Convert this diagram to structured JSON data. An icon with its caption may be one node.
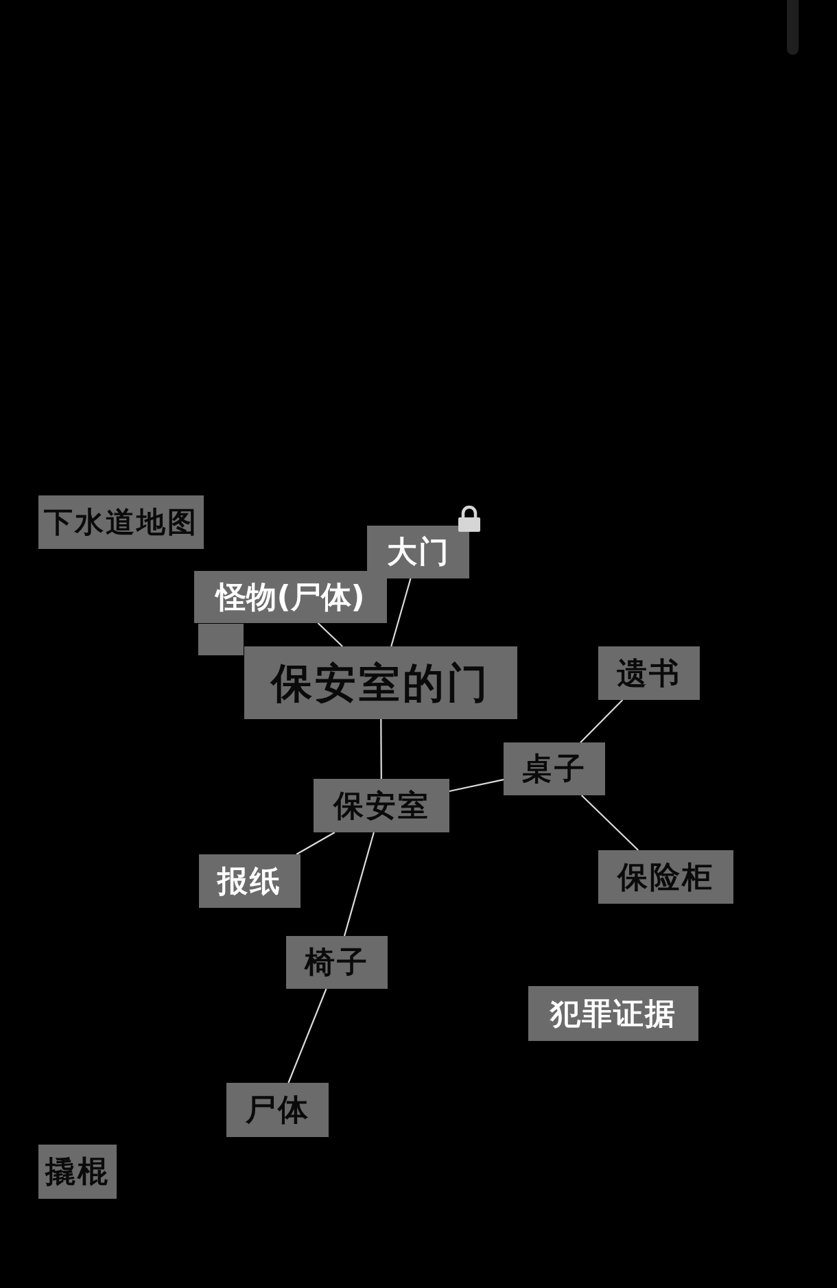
{
  "diagram": {
    "nodes": [
      {
        "text": [
          "下水道地图"
        ]
      },
      {
        "text": [
          "大门"
        ]
      },
      {
        "text": [
          "怪物(尸体)"
        ]
      },
      {
        "text": [],
        "shape": "box"
      },
      {
        "text": [
          "保安室的门"
        ]
      },
      {
        "text": [
          "遗书"
        ]
      },
      {
        "text": [
          "桌子"
        ]
      },
      {
        "text": [
          "保安室"
        ]
      },
      {
        "text": [
          "报纸"
        ]
      },
      {
        "text": [
          "保险柜"
        ]
      },
      {
        "text": [
          "椅子"
        ]
      },
      {
        "text": [
          "犯罪证据"
        ]
      },
      {
        "text": [
          "尸体"
        ]
      },
      {
        "text": [
          "撬棍"
        ]
      }
    ],
    "edges": [
      {
        "from": 4,
        "to": 1,
        "arrow": "none"
      },
      {
        "from": 4,
        "to": 2,
        "arrow": "none"
      },
      {
        "from": 4,
        "to": 7,
        "arrow": "none"
      },
      {
        "from": 7,
        "to": 6,
        "arrow": "none"
      },
      {
        "from": 6,
        "to": 5,
        "arrow": "none"
      },
      {
        "from": 6,
        "to": 9,
        "arrow": "none"
      },
      {
        "from": 7,
        "to": 8,
        "arrow": "none"
      },
      {
        "from": 7,
        "to": 10,
        "arrow": "none"
      },
      {
        "from": 10,
        "to": 12,
        "arrow": "none"
      }
    ]
  }
}
